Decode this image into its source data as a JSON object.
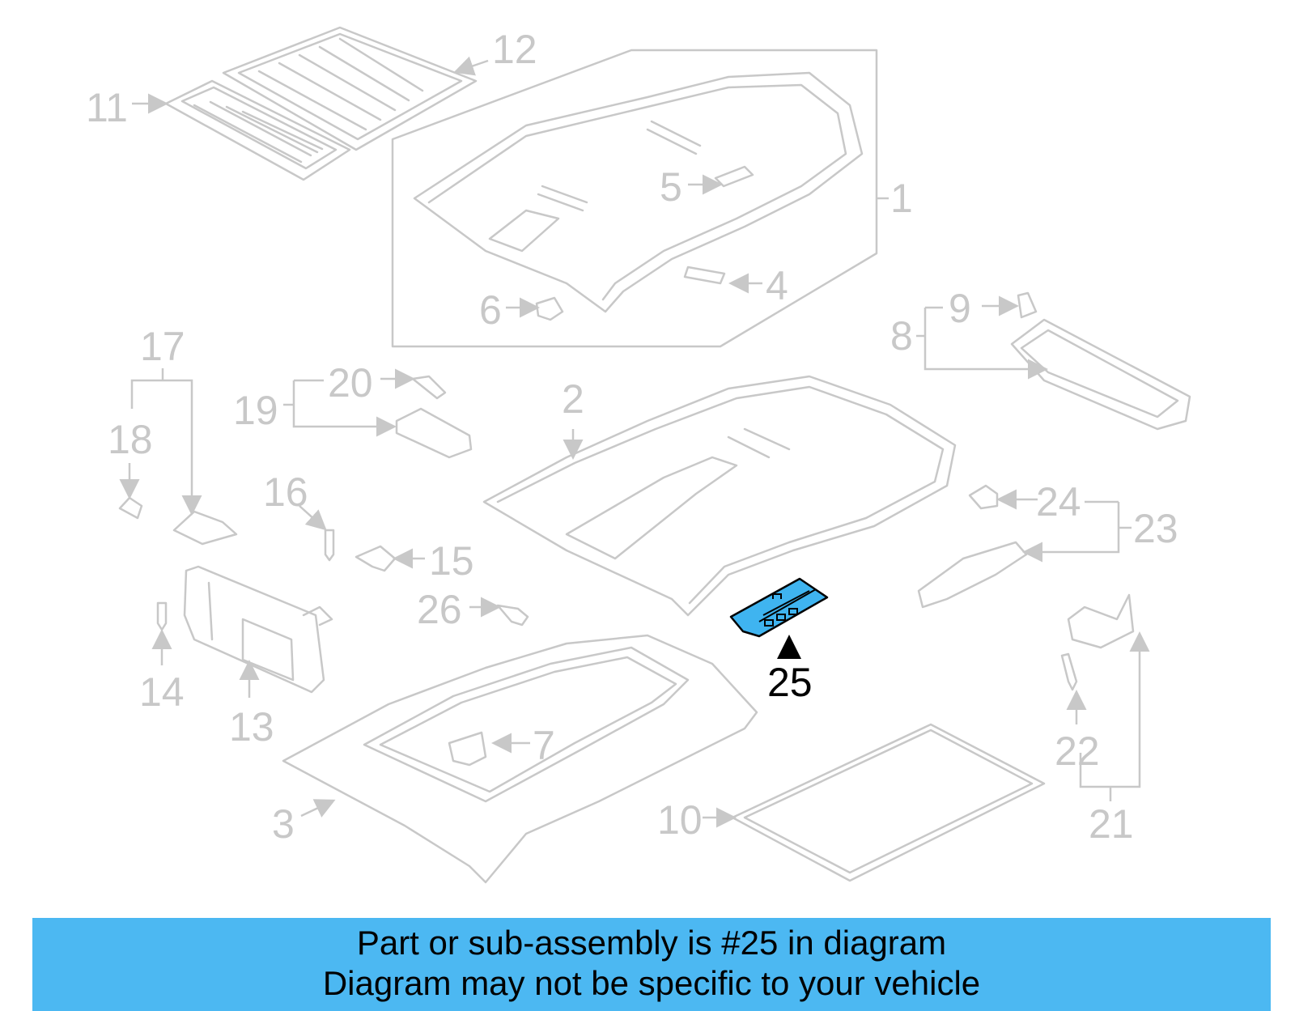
{
  "diagram": {
    "callouts": {
      "c1": "1",
      "c2": "2",
      "c3": "3",
      "c4": "4",
      "c5": "5",
      "c6": "6",
      "c7": "7",
      "c8": "8",
      "c9": "9",
      "c10": "10",
      "c11": "11",
      "c12": "12",
      "c13": "13",
      "c14": "14",
      "c15": "15",
      "c16": "16",
      "c17": "17",
      "c18": "18",
      "c19": "19",
      "c20": "20",
      "c21": "21",
      "c22": "22",
      "c23": "23",
      "c24": "24",
      "c25": "25",
      "c26": "26"
    },
    "highlighted_part": "25",
    "colors": {
      "highlight": "#3fb4f0",
      "parts": "#c8c8c8",
      "banner": "#4cb8f2"
    }
  },
  "banner": {
    "line1": "Part or sub-assembly is #25 in diagram",
    "line2": "Diagram may not be specific to your vehicle"
  }
}
